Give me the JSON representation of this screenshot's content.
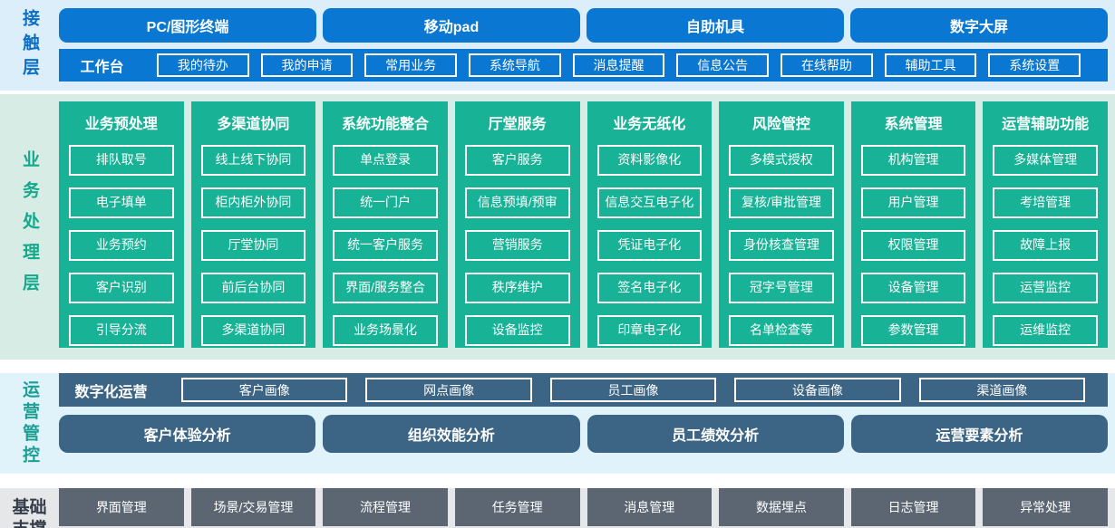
{
  "contact_layer": {
    "label": "接触层",
    "terminals": [
      "PC/图形终端",
      "移动pad",
      "自助机具",
      "数字大屏"
    ],
    "workbench": {
      "label": "工作台",
      "items": [
        "我的待办",
        "我的申请",
        "常用业务",
        "系统导航",
        "消息提醒",
        "信息公告",
        "在线帮助",
        "辅助工具",
        "系统设置"
      ]
    }
  },
  "business_layer": {
    "label": "业务处理层",
    "columns": [
      {
        "title": "业务预处理",
        "items": [
          "排队取号",
          "电子填单",
          "业务预约",
          "客户识别",
          "引导分流"
        ]
      },
      {
        "title": "多渠道协同",
        "items": [
          "线上线下协同",
          "柜内柜外协同",
          "厅堂协同",
          "前后台协同",
          "多渠道协同"
        ]
      },
      {
        "title": "系统功能整合",
        "items": [
          "单点登录",
          "统一门户",
          "统一客户服务",
          "界面/服务整合",
          "业务场景化"
        ]
      },
      {
        "title": "厅堂服务",
        "items": [
          "客户服务",
          "信息预填/预审",
          "营销服务",
          "秩序维护",
          "设备监控"
        ]
      },
      {
        "title": "业务无纸化",
        "items": [
          "资料影像化",
          "信息交互电子化",
          "凭证电子化",
          "签名电子化",
          "印章电子化"
        ]
      },
      {
        "title": "风险管控",
        "items": [
          "多模式授权",
          "复核/审批管理",
          "身份核查管理",
          "冠字号管理",
          "名单检查等"
        ]
      },
      {
        "title": "系统管理",
        "items": [
          "机构管理",
          "用户管理",
          "权限管理",
          "设备管理",
          "参数管理"
        ]
      },
      {
        "title": "运营辅助功能",
        "items": [
          "多媒体管理",
          "考培管理",
          "故障上报",
          "运营监控",
          "运维监控"
        ]
      }
    ]
  },
  "operations_layer": {
    "label": "运营管控",
    "digital_ops": {
      "label": "数字化运营",
      "items": [
        "客户画像",
        "网点画像",
        "员工画像",
        "设备画像",
        "渠道画像"
      ]
    },
    "analysis": [
      "客户体验分析",
      "组织效能分析",
      "员工绩效分析",
      "运营要素分析"
    ]
  },
  "foundation_layer": {
    "label": "基础支撑",
    "items": [
      "界面管理",
      "场景/交易管理",
      "流程管理",
      "任务管理",
      "消息管理",
      "数据埋点",
      "日志管理",
      "异常处理"
    ]
  },
  "colors": {
    "primary_blue": "#0a78d2",
    "blue_section_bg": "#dceef9",
    "blue_label": "#0b6fc6",
    "teal_green": "#18b296",
    "teal_section_bg": "#d7ece4",
    "teal_label": "#13a98c",
    "steel_blue": "#3c6484",
    "steel_section_bg": "#e1f3fa",
    "steel_label": "#1b9e93",
    "slate_gray": "#5b6672",
    "slate_section_bg": "#e6e7e9",
    "slate_label": "#333c48",
    "box_text": "#ffffff"
  }
}
